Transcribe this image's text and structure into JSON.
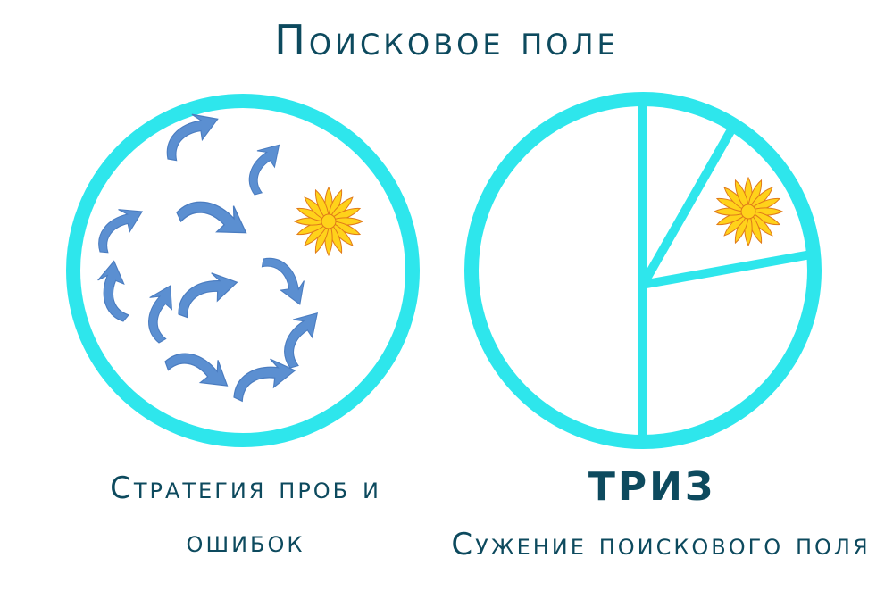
{
  "title": "Поисковое поле",
  "left_panel": {
    "caption_line1": "Стратегия проб и",
    "caption_line2": "ошибок"
  },
  "right_panel": {
    "caption_heading": "ТРИЗ",
    "caption_subtitle": "Сужение поискового поля"
  },
  "colors": {
    "circle": "#2ee6ec",
    "arrows": "#5b8fd1",
    "flower_fill": "#ffd21a",
    "flower_stroke": "#e07a1a",
    "text": "#0d4a5e"
  }
}
